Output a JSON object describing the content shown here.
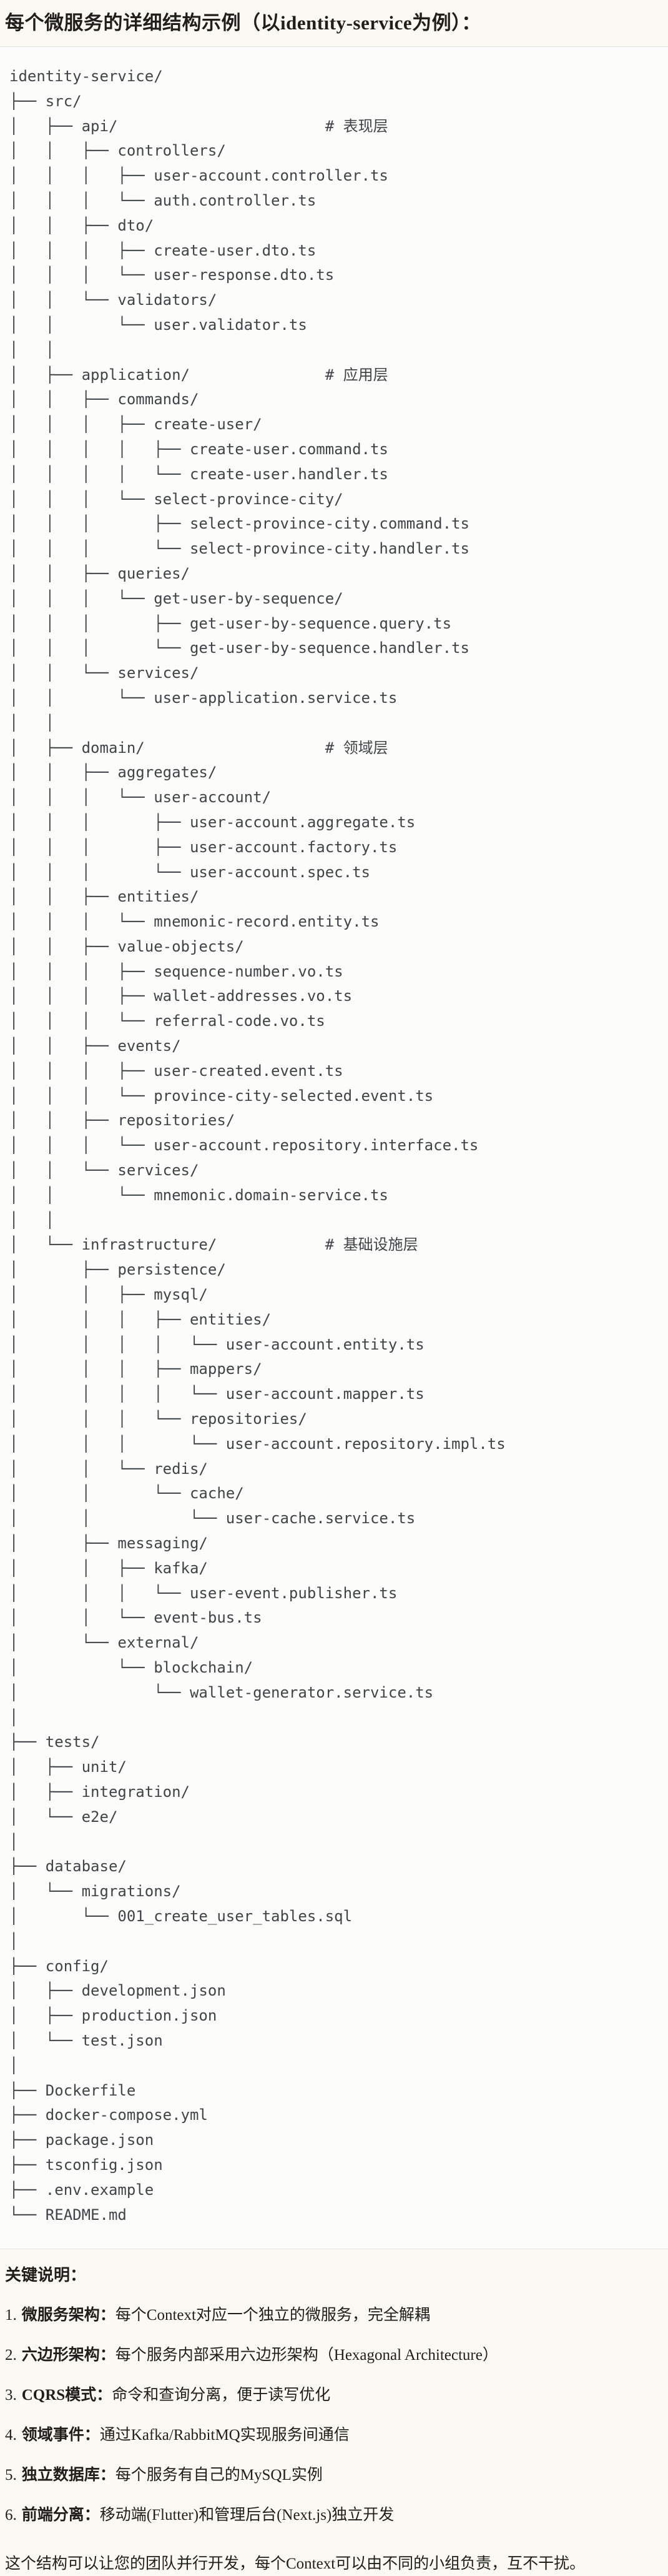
{
  "header": {
    "title": "每个微服务的详细结构示例（以identity-service为例）："
  },
  "tree": {
    "lines": [
      "identity-service/",
      "├── src/",
      "│   ├── api/                       # 表现层",
      "│   │   ├── controllers/",
      "│   │   │   ├── user-account.controller.ts",
      "│   │   │   └── auth.controller.ts",
      "│   │   ├── dto/",
      "│   │   │   ├── create-user.dto.ts",
      "│   │   │   └── user-response.dto.ts",
      "│   │   └── validators/",
      "│   │       └── user.validator.ts",
      "│   │",
      "│   ├── application/               # 应用层",
      "│   │   ├── commands/",
      "│   │   │   ├── create-user/",
      "│   │   │   │   ├── create-user.command.ts",
      "│   │   │   │   └── create-user.handler.ts",
      "│   │   │   └── select-province-city/",
      "│   │   │       ├── select-province-city.command.ts",
      "│   │   │       └── select-province-city.handler.ts",
      "│   │   ├── queries/",
      "│   │   │   └── get-user-by-sequence/",
      "│   │   │       ├── get-user-by-sequence.query.ts",
      "│   │   │       └── get-user-by-sequence.handler.ts",
      "│   │   └── services/",
      "│   │       └── user-application.service.ts",
      "│   │",
      "│   ├── domain/                    # 领域层",
      "│   │   ├── aggregates/",
      "│   │   │   └── user-account/",
      "│   │   │       ├── user-account.aggregate.ts",
      "│   │   │       ├── user-account.factory.ts",
      "│   │   │       └── user-account.spec.ts",
      "│   │   ├── entities/",
      "│   │   │   └── mnemonic-record.entity.ts",
      "│   │   ├── value-objects/",
      "│   │   │   ├── sequence-number.vo.ts",
      "│   │   │   ├── wallet-addresses.vo.ts",
      "│   │   │   └── referral-code.vo.ts",
      "│   │   ├── events/",
      "│   │   │   ├── user-created.event.ts",
      "│   │   │   └── province-city-selected.event.ts",
      "│   │   ├── repositories/",
      "│   │   │   └── user-account.repository.interface.ts",
      "│   │   └── services/",
      "│   │       └── mnemonic.domain-service.ts",
      "│   │",
      "│   └── infrastructure/            # 基础设施层",
      "│       ├── persistence/",
      "│       │   ├── mysql/",
      "│       │   │   ├── entities/",
      "│       │   │   │   └── user-account.entity.ts",
      "│       │   │   ├── mappers/",
      "│       │   │   │   └── user-account.mapper.ts",
      "│       │   │   └── repositories/",
      "│       │   │       └── user-account.repository.impl.ts",
      "│       │   └── redis/",
      "│       │       └── cache/",
      "│       │           └── user-cache.service.ts",
      "│       ├── messaging/",
      "│       │   ├── kafka/",
      "│       │   │   └── user-event.publisher.ts",
      "│       │   └── event-bus.ts",
      "│       └── external/",
      "│           └── blockchain/",
      "│               └── wallet-generator.service.ts",
      "│",
      "├── tests/",
      "│   ├── unit/",
      "│   ├── integration/",
      "│   └── e2e/",
      "│",
      "├── database/",
      "│   └── migrations/",
      "│       └── 001_create_user_tables.sql",
      "│",
      "├── config/",
      "│   ├── development.json",
      "│   ├── production.json",
      "│   └── test.json",
      "│",
      "├── Dockerfile",
      "├── docker-compose.yml",
      "├── package.json",
      "├── tsconfig.json",
      "├── .env.example",
      "└── README.md"
    ]
  },
  "notes": {
    "title": "关键说明：",
    "items": [
      {
        "num": "1.",
        "term": "微服务架构：",
        "desc": "每个Context对应一个独立的微服务，完全解耦"
      },
      {
        "num": "2.",
        "term": "六边形架构：",
        "desc": "每个服务内部采用六边形架构（Hexagonal Architecture）"
      },
      {
        "num": "3.",
        "term": "CQRS模式：",
        "desc": "命令和查询分离，便于读写优化"
      },
      {
        "num": "4.",
        "term": "领域事件：",
        "desc": "通过Kafka/RabbitMQ实现服务间通信"
      },
      {
        "num": "5.",
        "term": "独立数据库：",
        "desc": "每个服务有自己的MySQL实例"
      },
      {
        "num": "6.",
        "term": "前端分离：",
        "desc": "移动端(Flutter)和管理后台(Next.js)独立开发"
      }
    ]
  },
  "summary": {
    "text": "这个结构可以让您的团队并行开发，每个Context可以由不同的小组负责，互不干扰。"
  },
  "colors": {
    "page_bg": "#FAF9F4",
    "code_bg": "#FCFCFA",
    "border": "#E5E4DF",
    "tree_text": "#3F4449",
    "body_text": "#1F1E1B"
  }
}
